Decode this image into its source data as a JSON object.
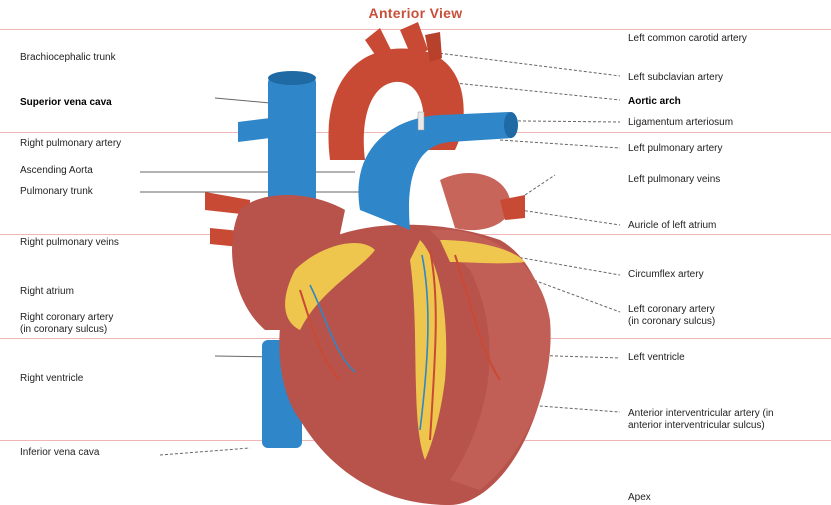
{
  "title": "Anterior View",
  "left_labels": [
    "Brachiocephalic trunk",
    "Superior vena cava",
    "Right pulmonary artery",
    "Ascending Aorta",
    "Pulmonary trunk",
    "Right pulmonary veins",
    "Right atrium",
    "Right coronary artery",
    "(in coronary sulcus)",
    "Right ventricle",
    "Inferior vena cava"
  ],
  "right_labels": [
    "Left common carotid artery",
    "Left subclavian artery",
    "Aortic arch",
    "Ligamentum arteriosum",
    "Left pulmonary artery",
    "Left pulmonary veins",
    "Auricle of left atrium",
    "Circumflex artery",
    "Left coronary artery",
    "(in coronary sulcus)",
    "Left ventricle",
    "Anterior interventricular artery (in",
    "anterior interventricular sulcus)",
    "Apex"
  ],
  "colors": {
    "title": "#c8503a",
    "rule": "#f0b6b6",
    "vein": "#2f86c8",
    "artery": "#c94a34",
    "muscle": "#b8534c",
    "fat": "#f4d34f"
  }
}
